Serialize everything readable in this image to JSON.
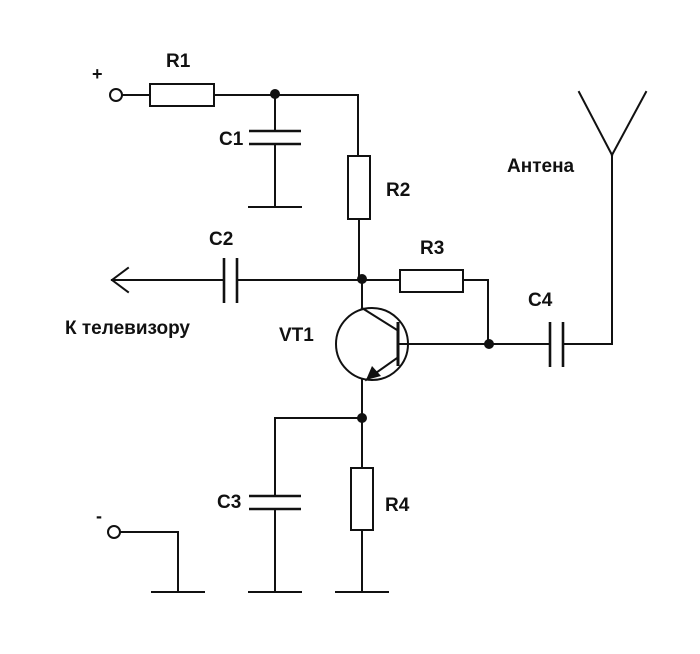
{
  "labels": {
    "plus": "+",
    "minus": "-",
    "r1": "R1",
    "r2": "R2",
    "r3": "R3",
    "r4": "R4",
    "c1": "C1",
    "c2": "C2",
    "c3": "C3",
    "c4": "C4",
    "vt1": "VT1",
    "antenna": "Антена",
    "tv": "К телевизору"
  }
}
